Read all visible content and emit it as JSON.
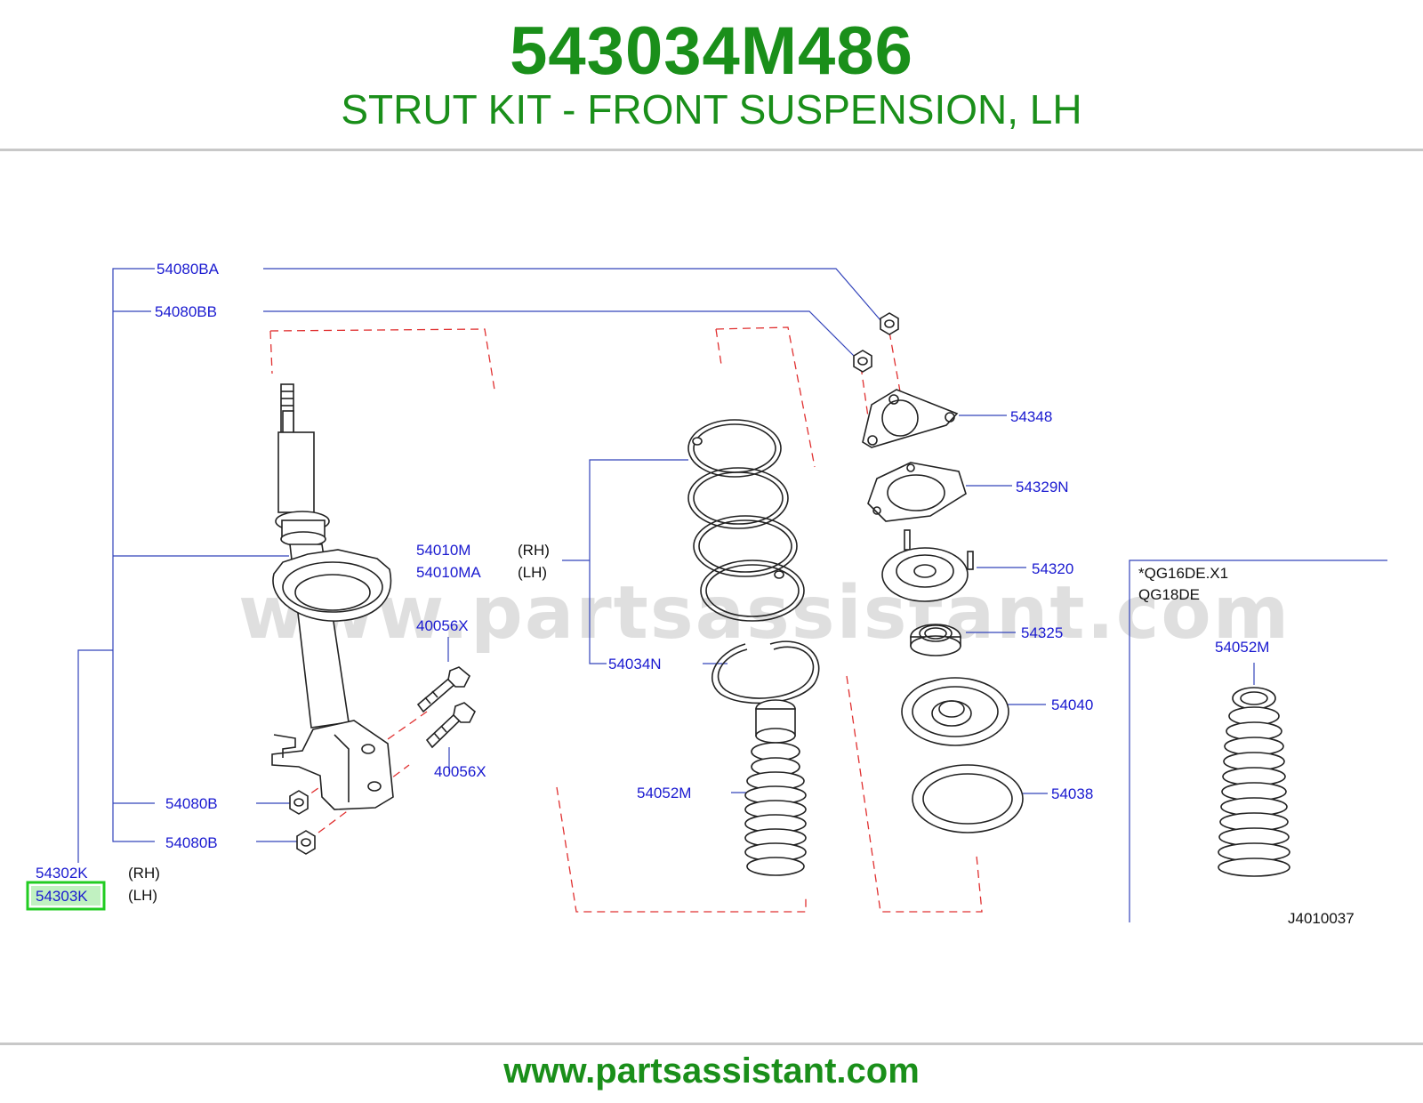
{
  "header": {
    "part_number": "543034M486",
    "title": "STRUT KIT - FRONT SUSPENSION, LH"
  },
  "diagram": {
    "watermark": "www.partsassistant.com",
    "callouts": {
      "c_54080BA": "54080BA",
      "c_54080BB": "54080BB",
      "c_54010M": "54010M",
      "c_54010MA": "54010MA",
      "c_40056X_a": "40056X",
      "c_40056X_b": "40056X",
      "c_54080B_a": "54080B",
      "c_54080B_b": "54080B",
      "c_54302K": "54302K",
      "c_54303K": "54303K",
      "c_54034N": "54034N",
      "c_54052M_a": "54052M",
      "c_54348": "54348",
      "c_54329N": "54329N",
      "c_54320": "54320",
      "c_54325": "54325",
      "c_54040": "54040",
      "c_54038": "54038",
      "c_54052M_b": "54052M"
    },
    "qualifiers": {
      "rh_1": "(RH)",
      "lh_1": "(LH)",
      "rh_2": "(RH)",
      "lh_2": "(LH)"
    },
    "highlighted_callout": "54303K",
    "highlight_color": "#22cc22",
    "note_line1": "*QG16DE.X1",
    "note_line2": "QG18DE",
    "drawing_code": "J4010037"
  },
  "footer": {
    "url": "www.partsassistant.com"
  },
  "colors": {
    "brand_green": "#1a8f1a",
    "label_blue": "#1a1ad0",
    "leader_blue": "#3344bb",
    "dash_red": "#e03030"
  }
}
